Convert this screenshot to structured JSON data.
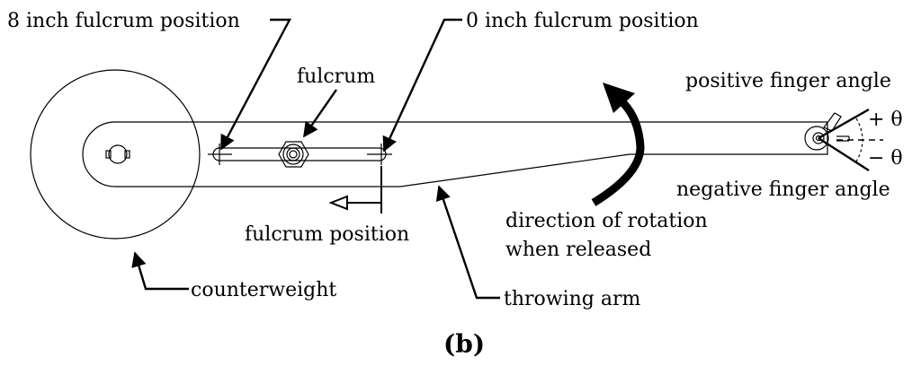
{
  "labels": {
    "eight_inch": "8 inch fulcrum position",
    "zero_inch": "0 inch fulcrum position",
    "fulcrum": "fulcrum",
    "positive_finger_angle": "positive finger angle",
    "plus_theta": "+ θ",
    "minus_theta": "− θ",
    "negative_finger_angle": "negative finger angle",
    "fulcrum_position": "fulcrum position",
    "direction_line1": "direction of rotation",
    "direction_line2": "when released",
    "counterweight": "counterweight",
    "throwing_arm": "throwing arm",
    "subfigure": "(b)"
  },
  "colors": {
    "stroke": "#000000",
    "background": "#ffffff"
  },
  "icons": {
    "rotation_arrow": "curved-arrow-icon",
    "fulcrum_pivot": "hex-nut-icon",
    "fulcrum_position_arrow": "hollow-arrow-left-icon"
  }
}
